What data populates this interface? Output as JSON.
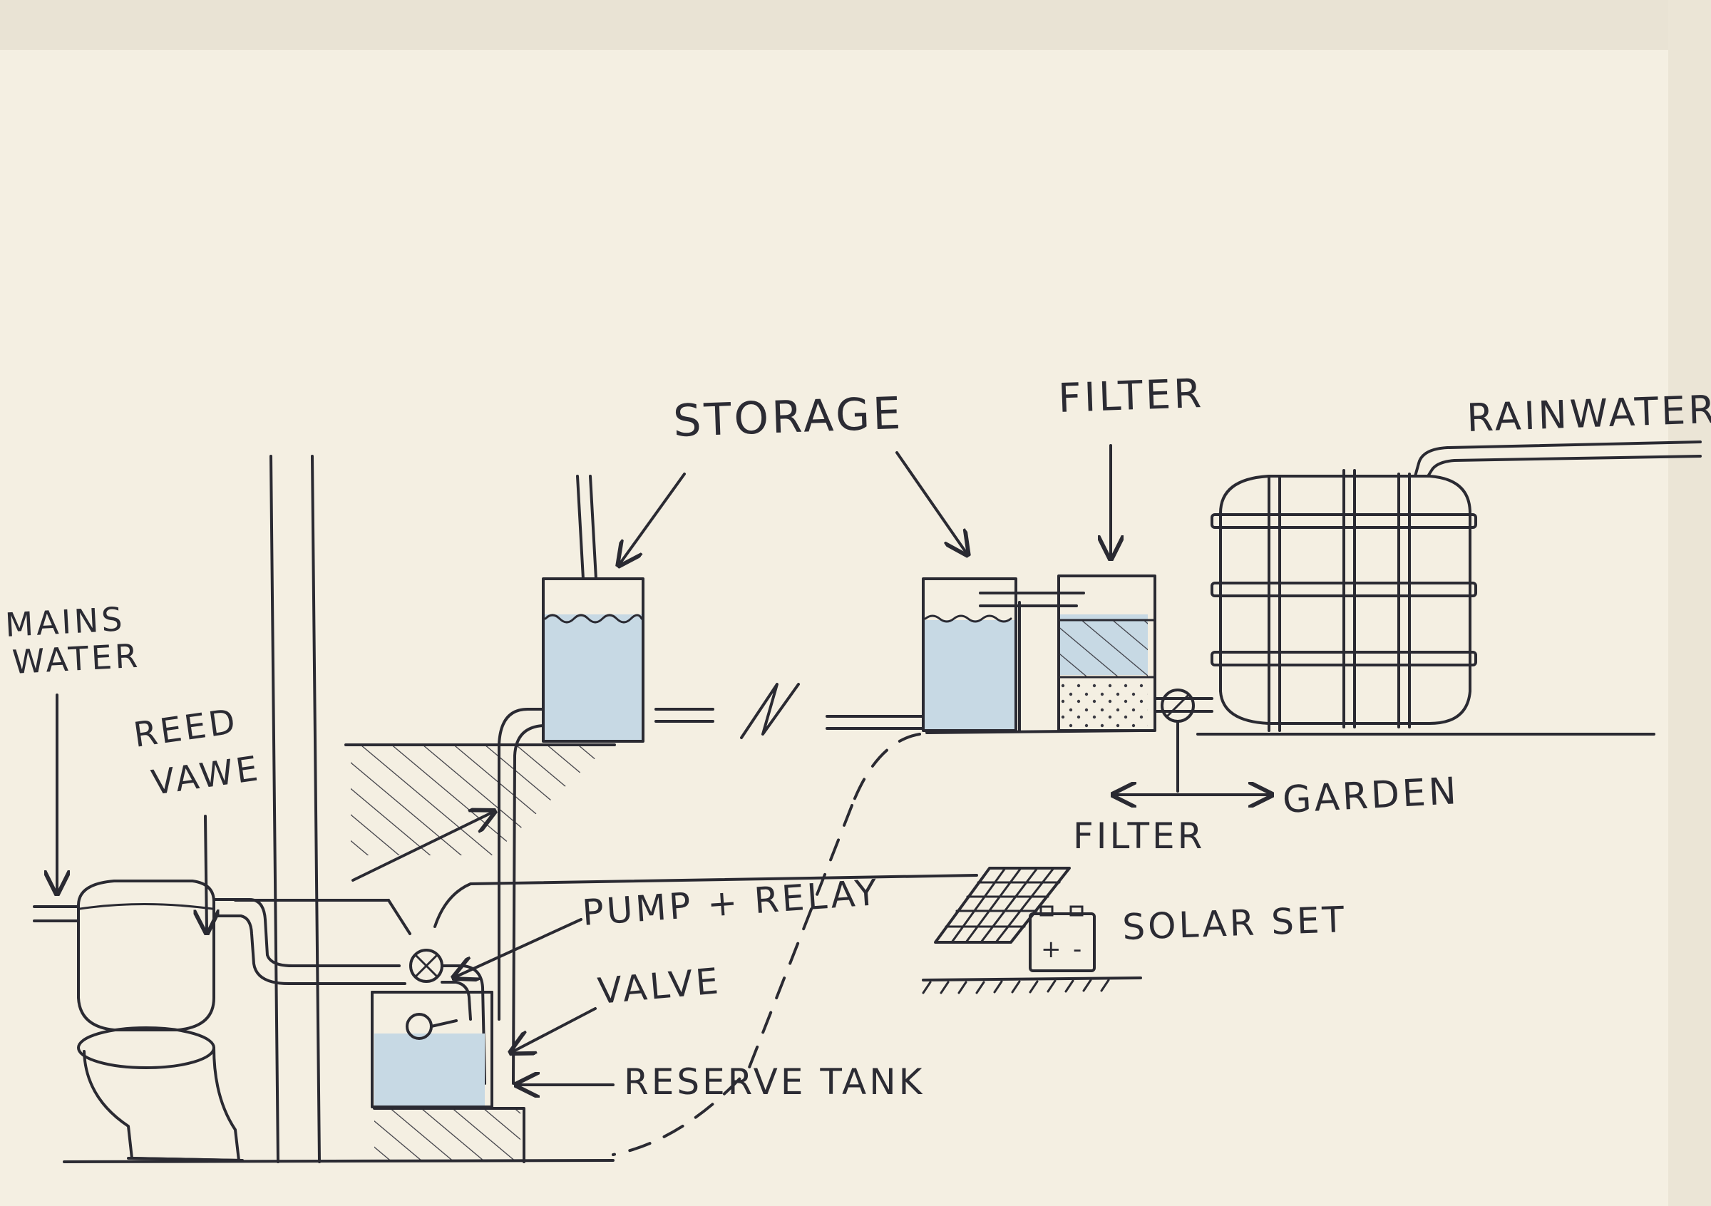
{
  "labels": {
    "mains_water_line1": "MAINS",
    "mains_water_line2": "WATER",
    "reed_valve_line1": "REED",
    "reed_valve_line2": "VAWE",
    "storage": "STORAGE",
    "filter_top": "FILTER",
    "rainwater": "RAINWATER",
    "garden": "GARDEN",
    "filter_bottom": "FILTER",
    "pump_relay": "PUMP + RELAY",
    "solar_set": "SOLAR SET",
    "battery_plus": "+",
    "battery_minus": "-",
    "valve": "VALVE",
    "reserve_tank": "RESERVE TANK"
  },
  "colors": {
    "paper": "#f4efe2",
    "ink": "#2a2a32",
    "water": "#c7d9e4"
  }
}
